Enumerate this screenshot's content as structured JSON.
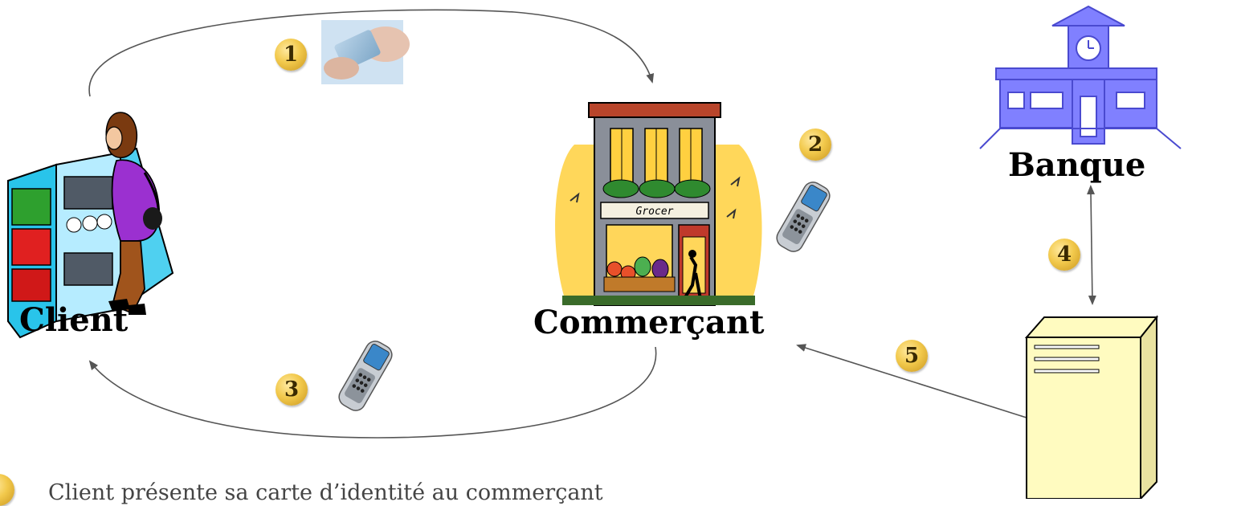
{
  "nodes": {
    "client": "Client",
    "merchant": "Commerçant",
    "bank": "Banque",
    "store_sign": "Grocer"
  },
  "steps": [
    "1",
    "2",
    "3",
    "4",
    "5"
  ],
  "caption": "Client présente sa carte d’identité au commerçant",
  "colors": {
    "bank": "#8080ff",
    "badge": "#f2c94c",
    "server": "#fffbc0",
    "arrow": "#555555"
  }
}
